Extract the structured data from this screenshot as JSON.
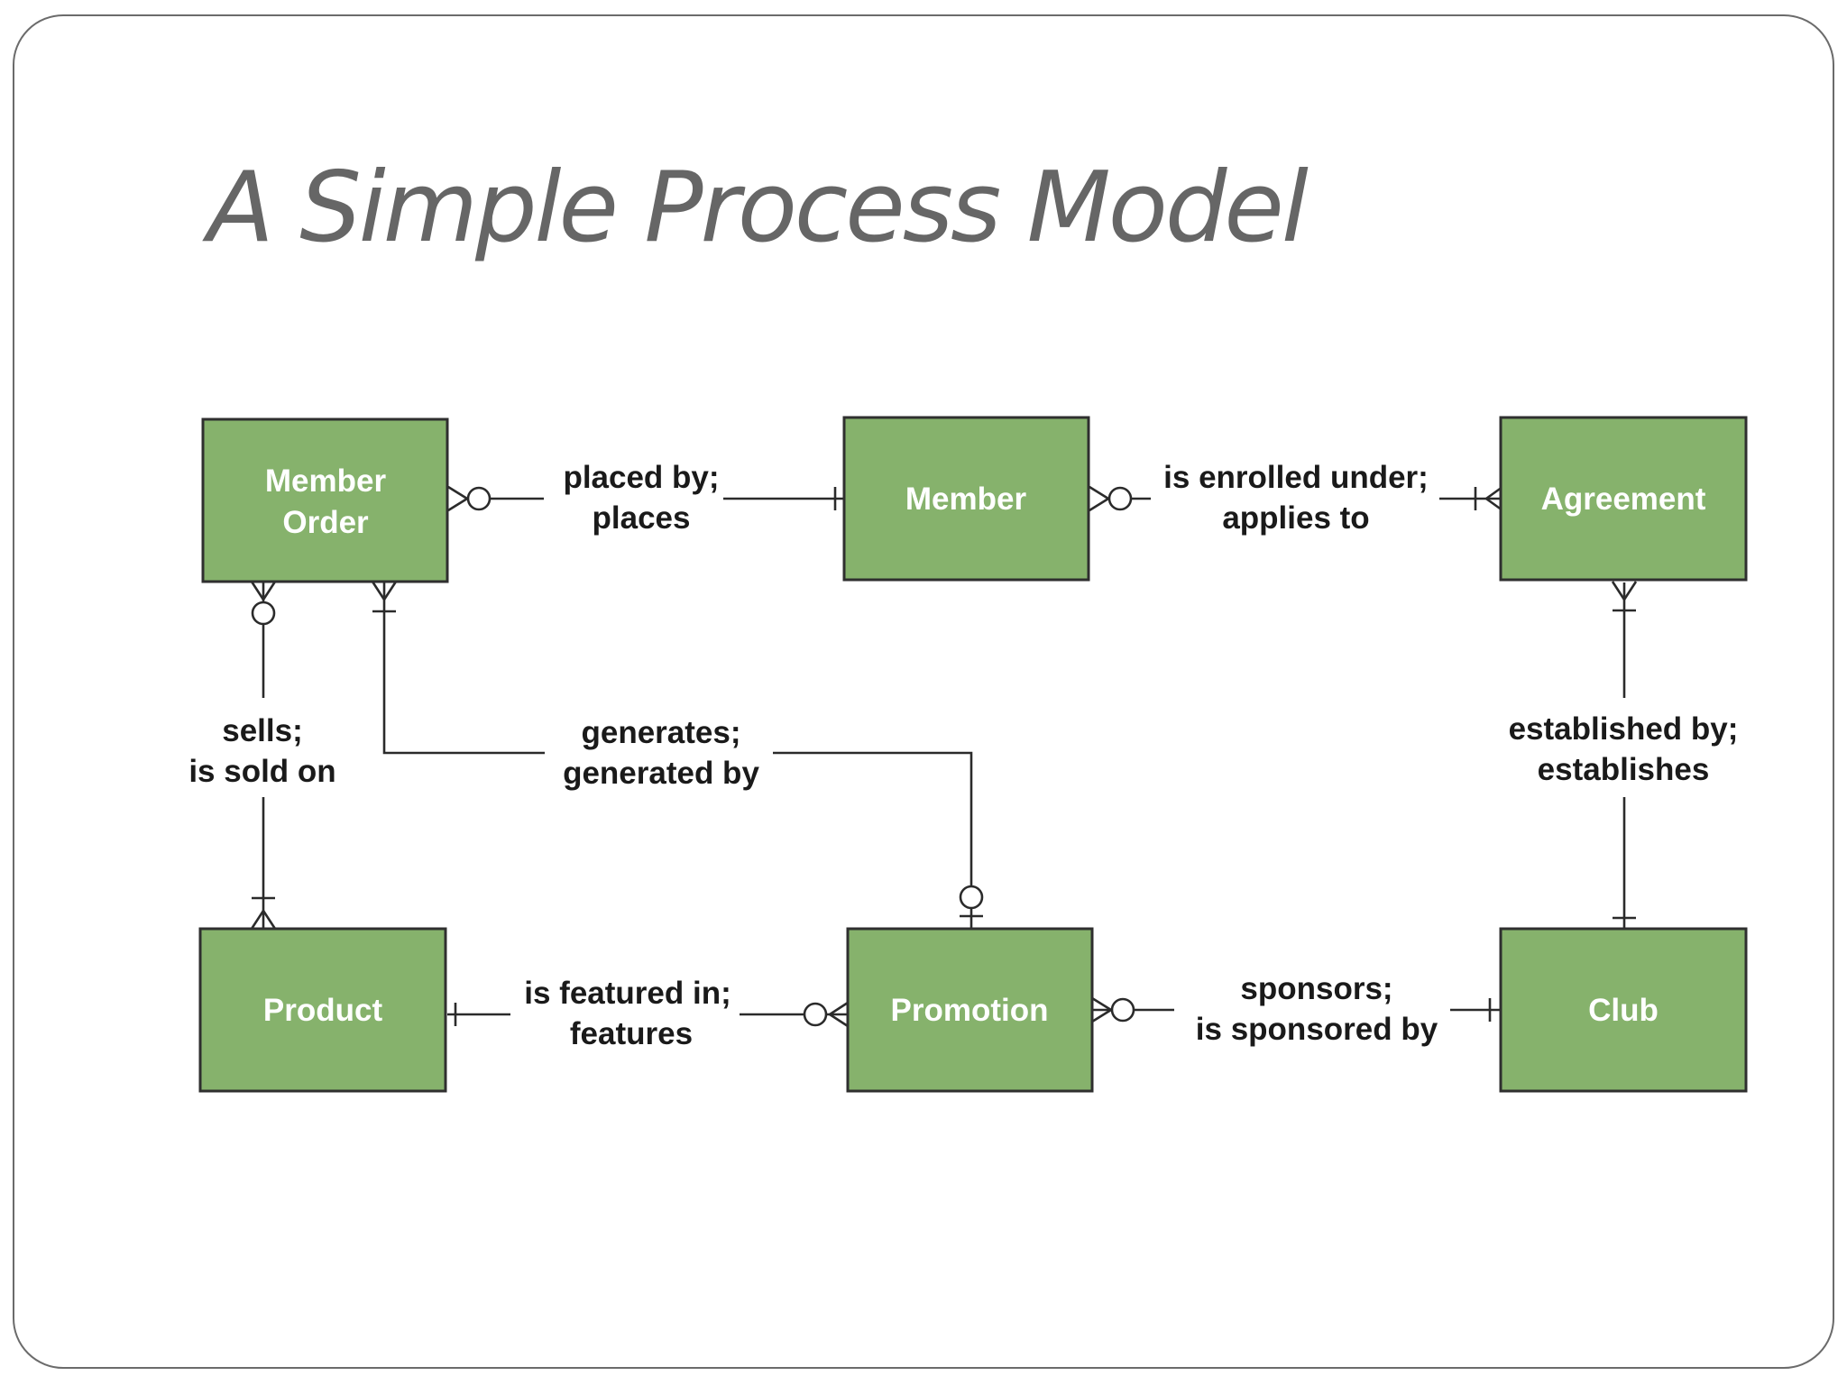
{
  "title": "A Simple Process Model",
  "colors": {
    "entity_fill": "#86b26c",
    "entity_text": "#ffffff",
    "title": "#666666"
  },
  "entities": {
    "member_order": [
      "Member",
      "Order"
    ],
    "member": [
      "Member"
    ],
    "agreement": [
      "Agreement"
    ],
    "product": [
      "Product"
    ],
    "promotion": [
      "Promotion"
    ],
    "club": [
      "Club"
    ]
  },
  "relationships": {
    "places": [
      "placed by;",
      "places"
    ],
    "enrolled": [
      "is enrolled under;",
      "applies to"
    ],
    "sells": [
      "sells;",
      "is sold on"
    ],
    "generates": [
      "generates;",
      "generated by"
    ],
    "established": [
      "established by;",
      "establishes"
    ],
    "featured": [
      "is featured in;",
      "features"
    ],
    "sponsors": [
      "sponsors;",
      "is sponsored by"
    ]
  }
}
